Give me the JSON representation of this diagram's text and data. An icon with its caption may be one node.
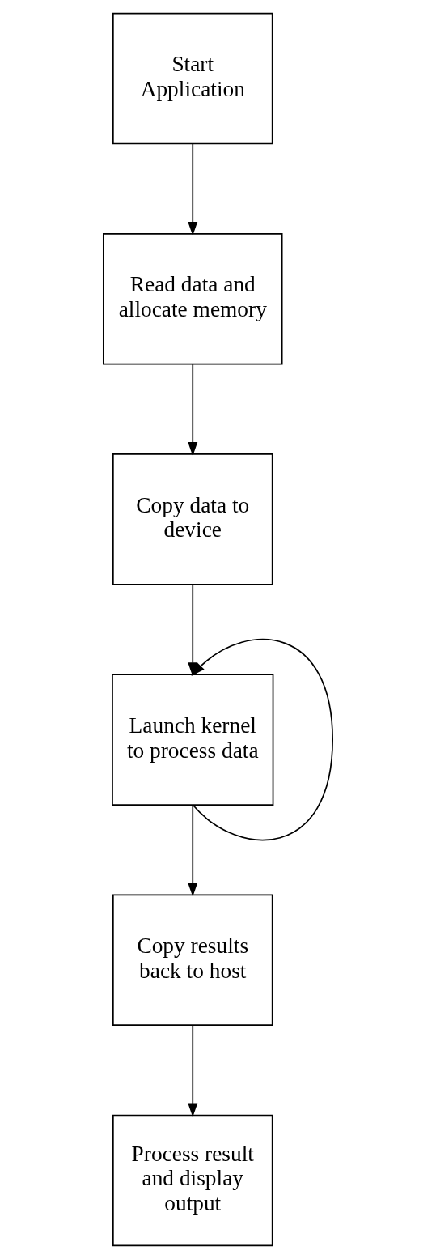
{
  "diagram": {
    "nodes": [
      {
        "text": [
          "Start Application"
        ]
      },
      {
        "text": [
          "Read data and allocate memory"
        ]
      },
      {
        "text": [
          "Copy data to device"
        ]
      },
      {
        "text": [
          "Launch kernel to process data"
        ]
      },
      {
        "text": [
          "Copy results back to host"
        ]
      },
      {
        "text": [
          "Process result and display output"
        ]
      }
    ],
    "edges": [
      {
        "from": 0,
        "to": 1,
        "arrow": "to"
      },
      {
        "from": 1,
        "to": 2,
        "arrow": "to"
      },
      {
        "from": 2,
        "to": 3,
        "arrow": "to"
      },
      {
        "from": 3,
        "to": 4,
        "arrow": "to"
      },
      {
        "from": 3,
        "to": 3,
        "arrow": "to"
      },
      {
        "from": 4,
        "to": 5,
        "arrow": "to"
      }
    ]
  }
}
